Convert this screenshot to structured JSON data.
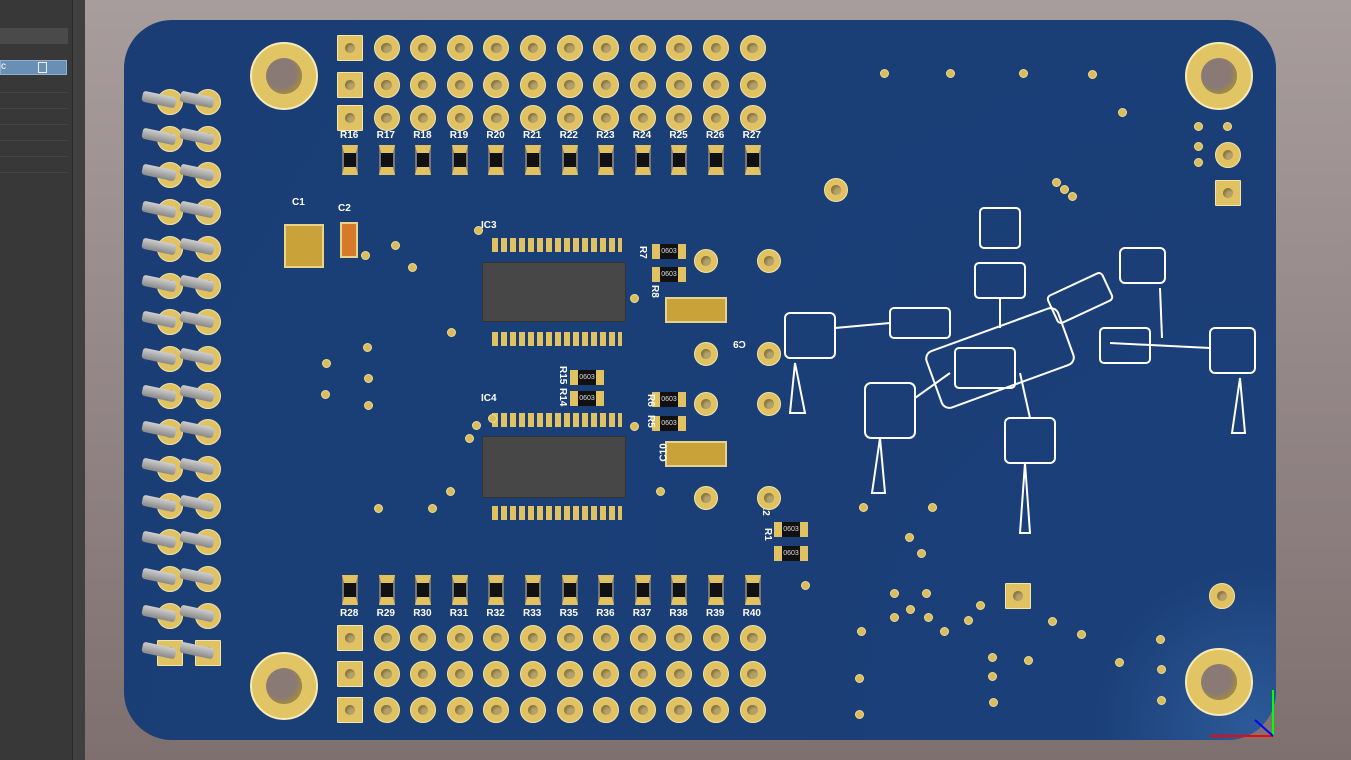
{
  "panel": {
    "selected_item": "c",
    "file_icon": "file-icon"
  },
  "board": {
    "top_resistors": [
      "R16",
      "R17",
      "R18",
      "R19",
      "R20",
      "R21",
      "R22",
      "R23",
      "R24",
      "R25",
      "R26",
      "R27"
    ],
    "bottom_resistors": [
      "R28",
      "R29",
      "R30",
      "R31",
      "R32",
      "R33",
      "R35",
      "R36",
      "R37",
      "R38",
      "R39",
      "R40"
    ],
    "capacitors": {
      "c1": "C1",
      "c2": "C2",
      "c9": "C9",
      "c10": "C10"
    },
    "ics": {
      "ic3": "IC3",
      "ic4": "IC4"
    },
    "smd": {
      "r7": "R7",
      "r8": "R8",
      "r15": "R15",
      "r14": "R14",
      "r6": "R6",
      "r5": "R5",
      "r2": "R2",
      "r1": "R1"
    },
    "package_code": "0603",
    "colors": {
      "board": "#1a3d75",
      "copper": "#e0c262",
      "silkscreen": "#ffffff"
    }
  }
}
